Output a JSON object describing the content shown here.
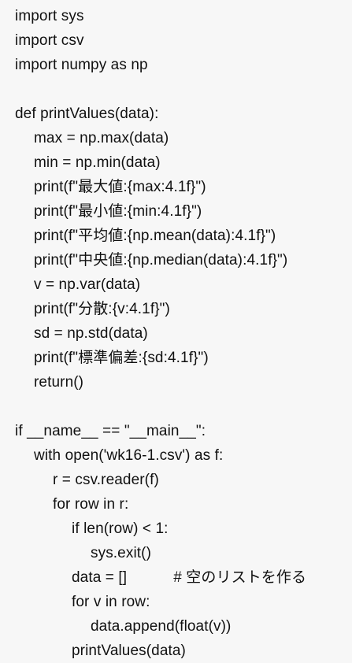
{
  "code": {
    "lines": [
      {
        "indent": 0,
        "text": "import sys"
      },
      {
        "indent": 0,
        "text": "import csv"
      },
      {
        "indent": 0,
        "text": "import numpy as np"
      },
      {
        "indent": 0,
        "text": ""
      },
      {
        "indent": 0,
        "text": "def printValues(data):"
      },
      {
        "indent": 1,
        "text": "max = np.max(data)"
      },
      {
        "indent": 1,
        "text": "min = np.min(data)"
      },
      {
        "indent": 1,
        "text": "print(f\"最大値:{max:4.1f}\")"
      },
      {
        "indent": 1,
        "text": "print(f\"最小値:{min:4.1f}\")"
      },
      {
        "indent": 1,
        "text": "print(f\"平均値:{np.mean(data):4.1f}\")"
      },
      {
        "indent": 1,
        "text": "print(f\"中央値:{np.median(data):4.1f}\")"
      },
      {
        "indent": 1,
        "text": "v = np.var(data)"
      },
      {
        "indent": 1,
        "text": "print(f\"分散:{v:4.1f}\")"
      },
      {
        "indent": 1,
        "text": "sd = np.std(data)"
      },
      {
        "indent": 1,
        "text": "print(f\"標準偏差:{sd:4.1f}\")"
      },
      {
        "indent": 1,
        "text": "return()"
      },
      {
        "indent": 0,
        "text": ""
      },
      {
        "indent": 0,
        "text": "if __name__ == \"__main__\":"
      },
      {
        "indent": 1,
        "text": "with open('wk16-1.csv') as f:"
      },
      {
        "indent": 2,
        "text": "r = csv.reader(f)"
      },
      {
        "indent": 2,
        "text": "for row in r:"
      },
      {
        "indent": 3,
        "text": "if len(row) < 1:"
      },
      {
        "indent": 4,
        "text": "sys.exit()"
      },
      {
        "indent": 3,
        "text": "data = []           # 空のリストを作る"
      },
      {
        "indent": 3,
        "text": "for v in row:"
      },
      {
        "indent": 4,
        "text": "data.append(float(v))"
      },
      {
        "indent": 3,
        "text": "printValues(data)"
      }
    ]
  }
}
